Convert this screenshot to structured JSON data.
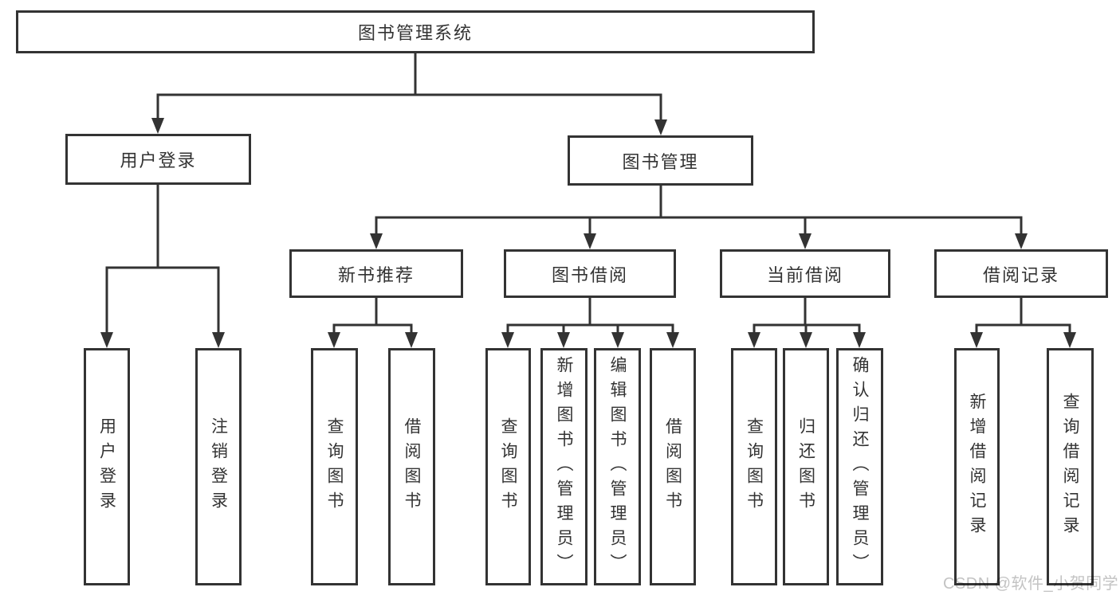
{
  "diagram": {
    "type": "hierarchy-diagram",
    "tree": {
      "label": "图书管理系统",
      "children": [
        {
          "label": "用户登录",
          "children": [
            {
              "label": "用户登录"
            },
            {
              "label": "注销登录"
            }
          ]
        },
        {
          "label": "图书管理",
          "children": [
            {
              "label": "新书推荐",
              "children": [
                {
                  "label": "查询图书"
                },
                {
                  "label": "借阅图书"
                }
              ]
            },
            {
              "label": "图书借阅",
              "children": [
                {
                  "label": "查询图书"
                },
                {
                  "label": "新增图书（管理员）"
                },
                {
                  "label": "编辑图书（管理员）"
                },
                {
                  "label": "借阅图书"
                }
              ]
            },
            {
              "label": "当前借阅",
              "children": [
                {
                  "label": "查询图书"
                },
                {
                  "label": "归还图书"
                },
                {
                  "label": "确认归还（管理员）"
                }
              ]
            },
            {
              "label": "借阅记录",
              "children": [
                {
                  "label": "新增借阅记录"
                },
                {
                  "label": "查询借阅记录"
                }
              ]
            }
          ]
        }
      ]
    },
    "colors": {
      "line": "#333333",
      "text": "#333333",
      "box_background": "#ffffff",
      "watermark": "#c3c3c3"
    }
  },
  "watermark": {
    "text": "CSDN @软件_小贺同学"
  }
}
